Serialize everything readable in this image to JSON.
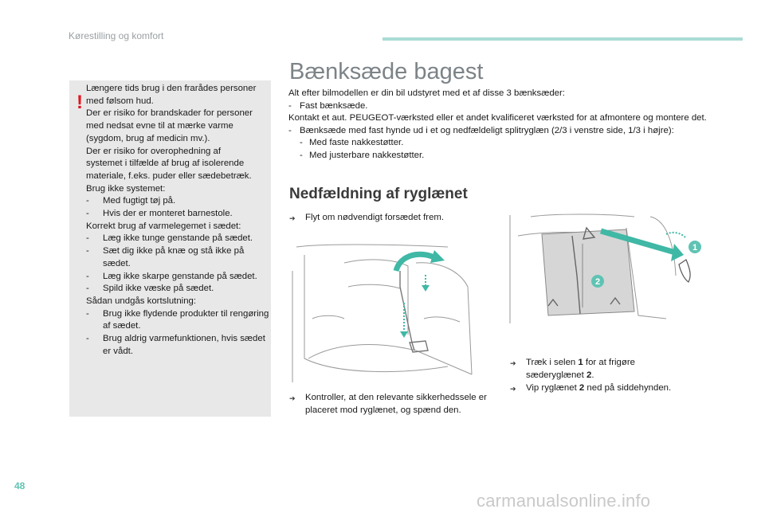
{
  "header": {
    "section_label": "Kørestilling og komfort",
    "accent_color": "#a9dcd5"
  },
  "page": {
    "number": "48"
  },
  "watermark": {
    "text": "carmanualsonline.info"
  },
  "warning": {
    "lines": [
      {
        "type": "text",
        "text": "Længere tids brug i den frarådes personer"
      },
      {
        "type": "text",
        "text": "med følsom hud."
      },
      {
        "type": "text",
        "text": "Der er risiko for brandskader for personer"
      },
      {
        "type": "text",
        "text": "med nedsat evne til at mærke varme"
      },
      {
        "type": "text",
        "text": "(sygdom, brug af medicin mv.)."
      },
      {
        "type": "text",
        "text": "Der er risiko for overophedning af"
      },
      {
        "type": "text",
        "text": "systemet i tilfælde af brug af isolerende"
      },
      {
        "type": "text",
        "text": "materiale, f.eks. puder eller sædebetræk."
      },
      {
        "type": "text",
        "text": "Brug ikke systemet:"
      },
      {
        "type": "bullet",
        "text": "Med fugtigt tøj på."
      },
      {
        "type": "bullet",
        "text": "Hvis der er monteret barnestole."
      },
      {
        "type": "text",
        "text": "Korrekt brug af varmelegemet i sædet:"
      },
      {
        "type": "bullet",
        "text": "Læg ikke tunge genstande på sædet."
      },
      {
        "type": "bullet",
        "text": "Sæt dig ikke på knæ og stå ikke på sædet."
      },
      {
        "type": "bullet",
        "text": "Læg ikke skarpe genstande på sædet."
      },
      {
        "type": "bullet",
        "text": "Spild ikke væske på sædet."
      },
      {
        "type": "text",
        "text": "Sådan undgås kortslutning:"
      },
      {
        "type": "bullet",
        "text": "Brug ikke flydende produkter til rengøring af sædet."
      },
      {
        "type": "bullet",
        "text": "Brug aldrig varmefunktionen, hvis sædet er vådt."
      }
    ],
    "bullet_char": "-",
    "mark": "!",
    "mark_color": "#e3141e"
  },
  "main": {
    "title": "Bænksæde bagest",
    "intro": [
      {
        "type": "text",
        "text": "Alt efter bilmodellen er din bil udstyret med et af disse 3 bænksæder:"
      },
      {
        "type": "bullet",
        "text": "Fast bænksæde."
      },
      {
        "type": "text",
        "text": "Kontakt et aut. PEUGEOT-værksted eller et andet kvalificeret værksted for at afmontere og montere det."
      },
      {
        "type": "bullet",
        "text": "Bænksæde med fast hynde ud i et og nedfældeligt splitryglæn (2/3 i venstre side, 1/3 i højre):"
      },
      {
        "type": "sub",
        "text": "Med faste nakkestøtter."
      },
      {
        "type": "sub",
        "text": "Med justerbare nakkestøtter."
      }
    ],
    "section_title": "Nedfældning af ryglænet",
    "step1": "Flyt om nødvendigt forsædet frem.",
    "step2": "Kontroller, at den relevante sikkerhedssele er placeret mod ryglænet, og spænd den.",
    "step3": {
      "pre": "Træk i selen ",
      "num": "1",
      "post": " for at frigøre sæderyglænet ",
      "num2": "2",
      "end": "."
    },
    "step4": {
      "pre": "Vip ryglænet ",
      "num": "2",
      "post": " ned på siddehynden."
    },
    "arrow_char": "➔",
    "callout_1": "1",
    "callout_2": "2",
    "callout_color": "#5fc3b3"
  }
}
